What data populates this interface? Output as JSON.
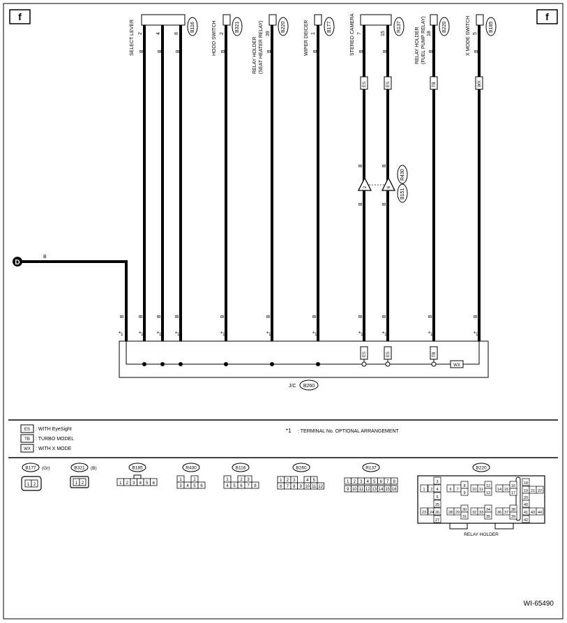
{
  "corner_tag": "f",
  "connection_point": "D",
  "drawing_id": "WI-65490",
  "wire_color": "B",
  "star_mark": "*1",
  "star_glyph": "*",
  "star_digit": "1",
  "junction": {
    "label": "J/C",
    "connector": "B260"
  },
  "top_components": [
    {
      "name": "SELECT LEVER",
      "connector": "B116",
      "pins": [
        "2",
        "4",
        "8"
      ]
    },
    {
      "name": "HOOD SWITCH",
      "connector": "B321",
      "pins": [
        "2"
      ]
    },
    {
      "name_line1": "RELAY HOLDER",
      "name_line2": "(SEAT HEATER RELAY)",
      "connector": "B220",
      "pins": [
        "39"
      ]
    },
    {
      "name": "WIPER DEICER",
      "connector": "B177",
      "pins": [
        "1"
      ]
    },
    {
      "name": "STEREO CAMERA",
      "connector": "R137",
      "pins": [
        "7",
        "15"
      ]
    },
    {
      "name_line1": "RELAY HOLDER",
      "name_line2": "(FUEL PUMP RELAY)",
      "connector": "B220",
      "pins": [
        "18"
      ]
    },
    {
      "name": "X MODE SWITCH",
      "connector": "B185",
      "pins": [
        "5"
      ]
    }
  ],
  "inline_connector": {
    "names": [
      "R430",
      "B151"
    ],
    "pins": [
      "2",
      "6"
    ]
  },
  "option_tags": [
    "ES",
    "TB",
    "WX"
  ],
  "legend": [
    {
      "code": "ES",
      "text": ": WITH EyeSight"
    },
    {
      "code": "TB",
      "text": ": TURBO MODEL"
    },
    {
      "code": "WX",
      "text": ": WITH X MODE"
    }
  ],
  "note": {
    "mark": "*1",
    "text": ": TERMINAL No. OPTIONAL ARRANGEMENT"
  },
  "connectors": [
    {
      "name": "B177",
      "suffix": "(Gr)",
      "rows": [
        [
          "1",
          "2"
        ]
      ]
    },
    {
      "name": "B321",
      "suffix": "(B)",
      "rows": [
        [
          "1",
          "2"
        ]
      ]
    },
    {
      "name": "B185",
      "rows": [
        [
          "1",
          "2",
          "3",
          "4",
          "5",
          "6"
        ]
      ]
    },
    {
      "name": "R430",
      "rows": [
        [
          "1",
          "",
          "2"
        ],
        [
          "3",
          "4",
          "5",
          "6"
        ]
      ]
    },
    {
      "name": "B116",
      "rows": [
        [
          "1",
          "",
          "2",
          "3"
        ],
        [
          "4",
          "5",
          "6",
          "7",
          "8"
        ]
      ]
    },
    {
      "name": "B260",
      "rows": [
        [
          "1",
          "2",
          "3",
          "",
          "4",
          "5"
        ],
        [
          "6",
          "7",
          "8",
          "9",
          "10",
          "11",
          "12"
        ]
      ]
    },
    {
      "name": "R137",
      "rows": [
        [
          "1",
          "2",
          "3",
          "4",
          "5",
          "6",
          "7",
          "8"
        ],
        [
          "9",
          "10",
          "11",
          "12",
          "13",
          "14",
          "15",
          "16"
        ]
      ]
    },
    {
      "name": "B220",
      "caption": "RELAY HOLDER",
      "pins": [
        "1",
        "2",
        "3",
        "4",
        "5",
        "6",
        "7",
        "8",
        "9",
        "10",
        "11",
        "12",
        "13",
        "14",
        "15",
        "16",
        "17",
        "18",
        "19",
        "20",
        "21",
        "22",
        "23",
        "24",
        "25",
        "26",
        "27",
        "28",
        "29",
        "30",
        "31",
        "32",
        "33",
        "34",
        "35",
        "36",
        "37",
        "38",
        "39",
        "40",
        "41",
        "42",
        "43",
        "44"
      ]
    }
  ],
  "colors": {
    "line": "#000000",
    "background": "#ffffff"
  }
}
